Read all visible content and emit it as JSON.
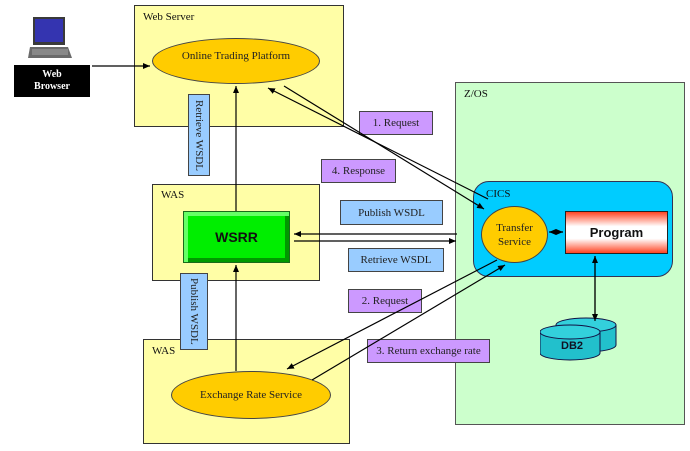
{
  "browser": {
    "label_line1": "Web",
    "label_line2": "Browser",
    "icon": "laptop-icon"
  },
  "web_server": {
    "label": "Web Server",
    "service": "Online Trading Platform"
  },
  "was_registry": {
    "label": "WAS",
    "registry": "WSRR"
  },
  "was_exchange": {
    "label": "WAS",
    "service": "Exchange Rate Service"
  },
  "zos": {
    "label": "Z/OS",
    "cics": {
      "label": "CICS",
      "service_line1": "Transfer",
      "service_line2": "Service",
      "program": "Program"
    },
    "database": "DB2"
  },
  "tags": {
    "retrieve_wsdl_vertical": "Retrieve WSDL",
    "publish_wsdl_vertical": "Publish WSDL",
    "publish_wsdl": "Publish WSDL",
    "retrieve_wsdl": "Retrieve WSDL",
    "request_1": "1. Request",
    "response_4": "4. Response",
    "request_2": "2. Request",
    "return_3": "3. Return exchange rate"
  },
  "colors": {
    "zone_yellow": "#fffea6",
    "zos_green": "#ccffcc",
    "cics_cyan": "#00ccff",
    "service_orange": "#ffcc00",
    "wsdl_blue": "#99ccff",
    "message_purple": "#cc99ff",
    "wsrr_green": "#00ee00",
    "db_teal": "#22c0cc"
  }
}
